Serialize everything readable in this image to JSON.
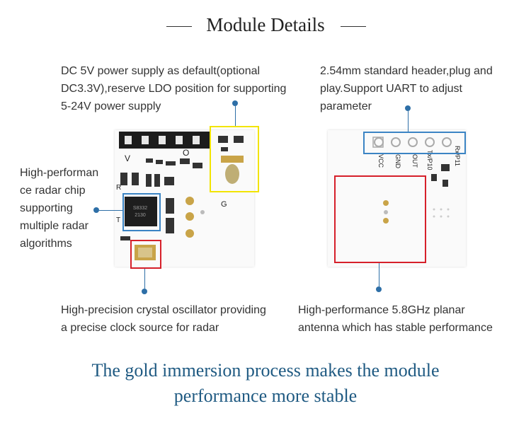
{
  "title": "Module Details",
  "annotations": {
    "power_supply": [
      "DC 5V power supply as default(optional",
      "DC3.3V),reserve LDO position for supporting",
      "5-24V power supply"
    ],
    "header": [
      "2.54mm standard header,plug and",
      "play.Support UART to adjust",
      "parameter"
    ],
    "radar_chip": [
      "High-performan",
      "ce radar chip",
      "supporting",
      "multiple radar",
      "algorithms"
    ],
    "crystal": [
      "High-precision crystal oscillator providing",
      "a precise clock source for radar"
    ],
    "antenna": [
      "High-performance 5.8GHz planar",
      "antenna which has stable performance"
    ]
  },
  "footer": [
    "The gold immersion process makes the module",
    "performance more stable"
  ],
  "pin_labels": [
    "VCC",
    "GND",
    "OUT",
    "Tx/P10",
    "Rx/P11"
  ],
  "chip_marking": [
    "S8332",
    "2130"
  ],
  "board_letters": {
    "v": "V",
    "o": "O",
    "g": "G",
    "r": "R",
    "t": "T"
  },
  "colors": {
    "accent_blue": "#2e6fa7",
    "highlight_yellow": "#f2e400",
    "highlight_red": "#d6202a",
    "highlight_blue": "#3b84c4",
    "footer_text": "#1f5a82"
  }
}
